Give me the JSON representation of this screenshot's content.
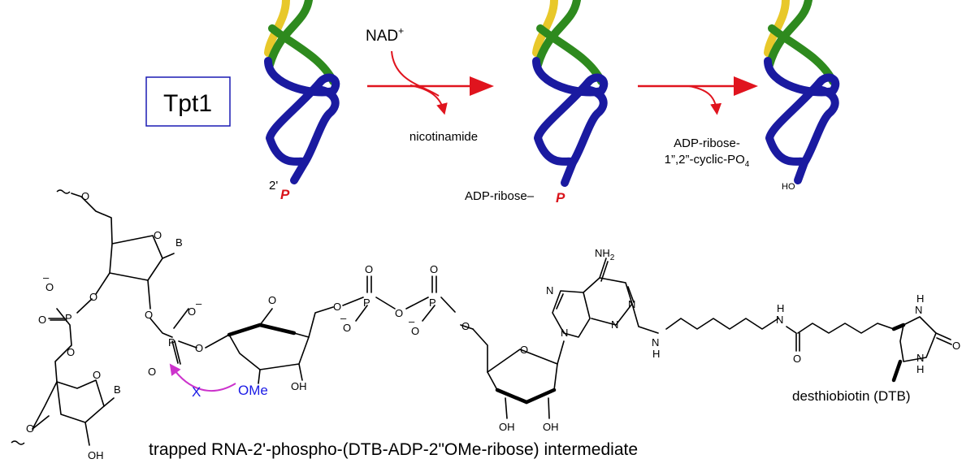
{
  "enzyme_label": "Tpt1",
  "reaction": {
    "cofactor": "NAD",
    "cofactor_charge": "+",
    "byproduct_1": "nicotinamide",
    "byproduct_2_line1": "ADP-ribose-",
    "byproduct_2_line2": "1”,2”-cyclic-PO",
    "byproduct_2_subscript": "4"
  },
  "rna_states": {
    "state1_prefix": "2'",
    "state1_phosphate": "P",
    "state2_prefix": "ADP-ribose–",
    "state2_phosphate": "P",
    "state3_label": "HO"
  },
  "structure": {
    "intermediate_caption": "trapped RNA-2'-phospho-(DTB-ADP-2\"OMe-ribose) intermediate",
    "dtb_label": "desthiobiotin (DTB)",
    "ome_label": "OMe",
    "blocked_mark": "X",
    "amine_label": "NH",
    "amine_subscript": "2"
  },
  "colors": {
    "rna_blue": "#1a1aa0",
    "rna_green": "#2e8a1e",
    "rna_yellow": "#e8c82a",
    "arrow_red": "#e0141e",
    "phosphate_red": "#d9151c",
    "ome_blue": "#1a1ae6",
    "attack_magenta": "#cc33cc",
    "box_border": "#1a1ab4"
  }
}
